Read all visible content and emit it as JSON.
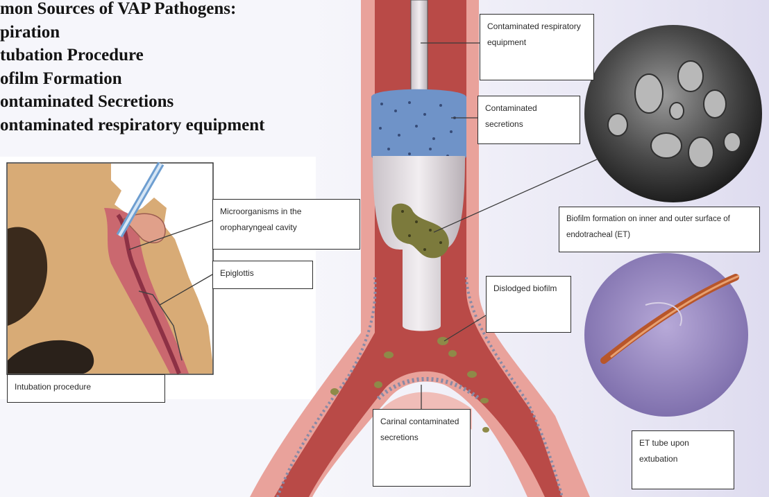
{
  "header": {
    "lines": [
      "mon Sources of VAP Pathogens:",
      "piration",
      "tubation Procedure",
      "ofilm Formation",
      "ontaminated Secretions",
      "ontaminated respiratory equipment"
    ]
  },
  "callouts": {
    "equipment": "Contaminated respiratory equipment",
    "secretions": "Contaminated secretions",
    "microorganisms": "Microorganisms in the oropharyngeal cavity",
    "biofilm_formation": "Biofilm formation on inner and outer surface of endotracheal (ET)",
    "epiglottis": "Epiglottis",
    "dislodged": "Dislodged biofilm",
    "intubation": "Intubation procedure",
    "carinal": "Carinal contaminated secretions",
    "et_tube": "ET tube upon extubation"
  },
  "colors": {
    "trachea_wall": "#e9a29b",
    "trachea_lumen": "#b94a47",
    "skin": "#d8ab76",
    "cuff": "#6f93c8",
    "biofilm": "#7c7a3c",
    "callout_border": "#2b2b2b"
  }
}
